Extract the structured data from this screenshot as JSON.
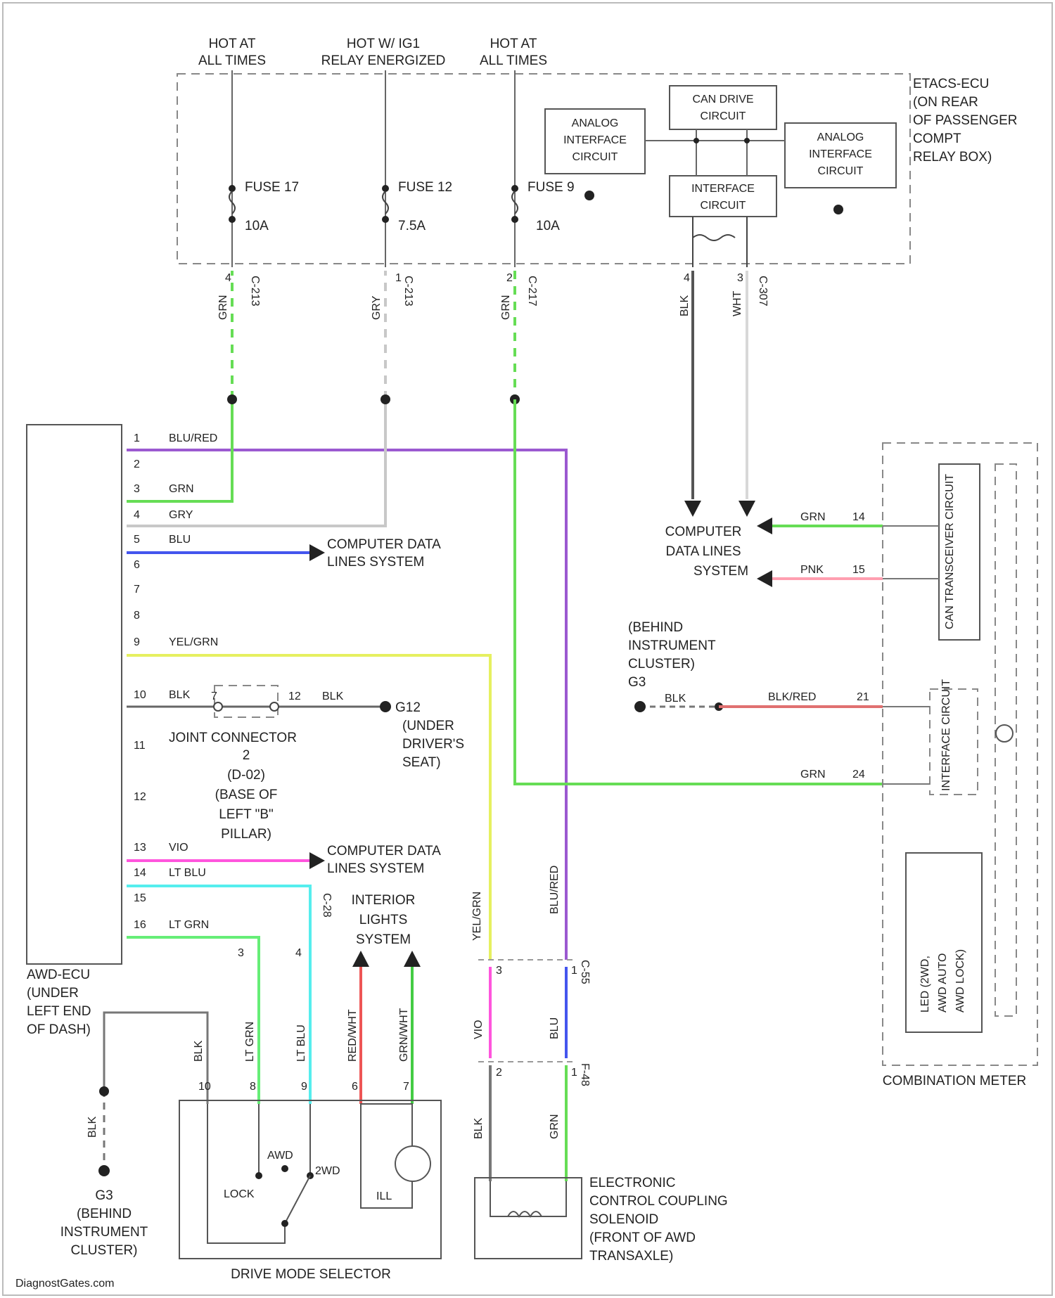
{
  "colors": {
    "blu_red": "#9b59d0",
    "grn": "#66dd55",
    "gry": "#c8c8c8",
    "blu": "#4455ee",
    "yel_grn": "#e6f060",
    "vio": "#ff55dd",
    "lt_blu": "#55eeee",
    "lt_grn": "#66ee77",
    "pnk": "#ff9fb0",
    "red_wht": "#ee5555",
    "grn_wht": "#44cc44",
    "blk": "#666666",
    "wht": "#d8d8d8",
    "blk_red": "#e07070"
  },
  "supply": {
    "hot1_l1": "HOT AT",
    "hot1_l2": "ALL TIMES",
    "hot2_l1": "HOT W/ IG1",
    "hot2_l2": "RELAY ENERGIZED",
    "hot3_l1": "HOT AT",
    "hot3_l2": "ALL TIMES"
  },
  "etacs": {
    "label": [
      "ETACS-ECU",
      "(ON REAR",
      "OF PASSENGER",
      "COMPT",
      "RELAY BOX)"
    ],
    "analog1": [
      "ANALOG",
      "INTERFACE",
      "CIRCUIT"
    ],
    "can_drive": [
      "CAN DRIVE",
      "CIRCUIT"
    ],
    "interface": [
      "INTERFACE",
      "CIRCUIT"
    ],
    "analog2": [
      "ANALOG",
      "INTERFACE",
      "CIRCUIT"
    ],
    "fuse17": "FUSE 17",
    "fuse17_amp": "10A",
    "fuse12": "FUSE 12",
    "fuse12_amp": "7.5A",
    "fuse9": "FUSE 9",
    "fuse9_amp": "10A"
  },
  "connectors": {
    "c1": "C-213",
    "c2": "C-213",
    "c3": "C-217",
    "c4": "C-307",
    "pin1": "4",
    "pin2": "1",
    "pin3": "2",
    "pin4": "4",
    "pin5": "3",
    "w1": "GRN",
    "w2": "GRY",
    "w3": "GRN",
    "w4": "BLK",
    "w5": "WHT",
    "c28": "C-28",
    "c28_p1": "3",
    "c28_p2": "4",
    "c_top_left": "3",
    "c_top_right": "1",
    "c_bot_left": "2",
    "c_bot_right": "1",
    "c_top_id": "C-55",
    "c_bot_id": "F-48"
  },
  "awd": {
    "label": [
      "AWD-ECU",
      "(UNDER",
      "LEFT END",
      "OF DASH)"
    ],
    "pins": [
      {
        "n": "1",
        "w": "BLU/RED"
      },
      {
        "n": "2",
        "w": ""
      },
      {
        "n": "3",
        "w": "GRN"
      },
      {
        "n": "4",
        "w": "GRY"
      },
      {
        "n": "5",
        "w": "BLU"
      },
      {
        "n": "6",
        "w": ""
      },
      {
        "n": "7",
        "w": ""
      },
      {
        "n": "8",
        "w": ""
      },
      {
        "n": "9",
        "w": "YEL/GRN"
      },
      {
        "n": "10",
        "w": "BLK"
      },
      {
        "n": "11",
        "w": ""
      },
      {
        "n": "12",
        "w": ""
      },
      {
        "n": "13",
        "w": "VIO"
      },
      {
        "n": "14",
        "w": "LT BLU"
      },
      {
        "n": "15",
        "w": ""
      },
      {
        "n": "16",
        "w": "LT GRN"
      }
    ]
  },
  "labels": {
    "cdl1": [
      "COMPUTER DATA",
      "LINES SYSTEM"
    ],
    "cdl2": [
      "COMPUTER DATA",
      "LINES SYSTEM"
    ],
    "cdl3": [
      "COMPUTER",
      "DATA LINES",
      "SYSTEM"
    ],
    "joint": [
      "JOINT CONNECTOR",
      "2",
      "(D-02)",
      "(BASE OF",
      "LEFT \"B\"",
      "PILLAR)"
    ],
    "joint_pin_l": "7",
    "joint_pin_r": "12",
    "joint_w": "BLK",
    "g12": [
      "G12",
      "(UNDER",
      "DRIVER'S",
      "SEAT)"
    ],
    "g3_top": [
      "(BEHIND",
      "INSTRUMENT",
      "CLUSTER)",
      "G3"
    ],
    "g3_w": "BLK",
    "g3_bot": [
      "G3",
      "(BEHIND",
      "INSTRUMENT",
      "CLUSTER)"
    ],
    "interior": [
      "INTERIOR",
      "LIGHTS",
      "SYSTEM"
    ],
    "g3_bot_w": "BLK"
  },
  "meter": {
    "label": "COMBINATION METER",
    "can_trans": "CAN TRANSCEIVER CIRCUIT",
    "interface": "INTERFACE CIRCUIT",
    "led": [
      "LED (2WD,",
      "AWD AUTO",
      "AWD LOCK)"
    ],
    "p14_w": "GRN",
    "p14": "14",
    "p15_w": "PNK",
    "p15": "15",
    "p21_w": "BLK/RED",
    "p21": "21",
    "p24_w": "GRN",
    "p24": "24"
  },
  "selector": {
    "label": "DRIVE MODE SELECTOR",
    "mode_awd": "AWD",
    "mode_lock": "LOCK",
    "mode_2wd": "2WD",
    "ill": "ILL",
    "pins": [
      "10",
      "8",
      "9",
      "6",
      "7"
    ],
    "wires": [
      "BLK",
      "LT GRN",
      "LT BLU",
      "RED/WHT",
      "GRN/WHT"
    ]
  },
  "coupling": {
    "label": [
      "ELECTRONIC",
      "CONTROL COUPLING",
      "SOLENOID",
      "(FRONT OF AWD",
      "TRANSAXLE)"
    ],
    "w_yel": "YEL/GRN",
    "w_blu_red": "BLU/RED",
    "w_vio": "VIO",
    "w_blu": "BLU",
    "w_blk": "BLK",
    "w_grn": "GRN"
  },
  "watermark": "DiagnostGates.com"
}
